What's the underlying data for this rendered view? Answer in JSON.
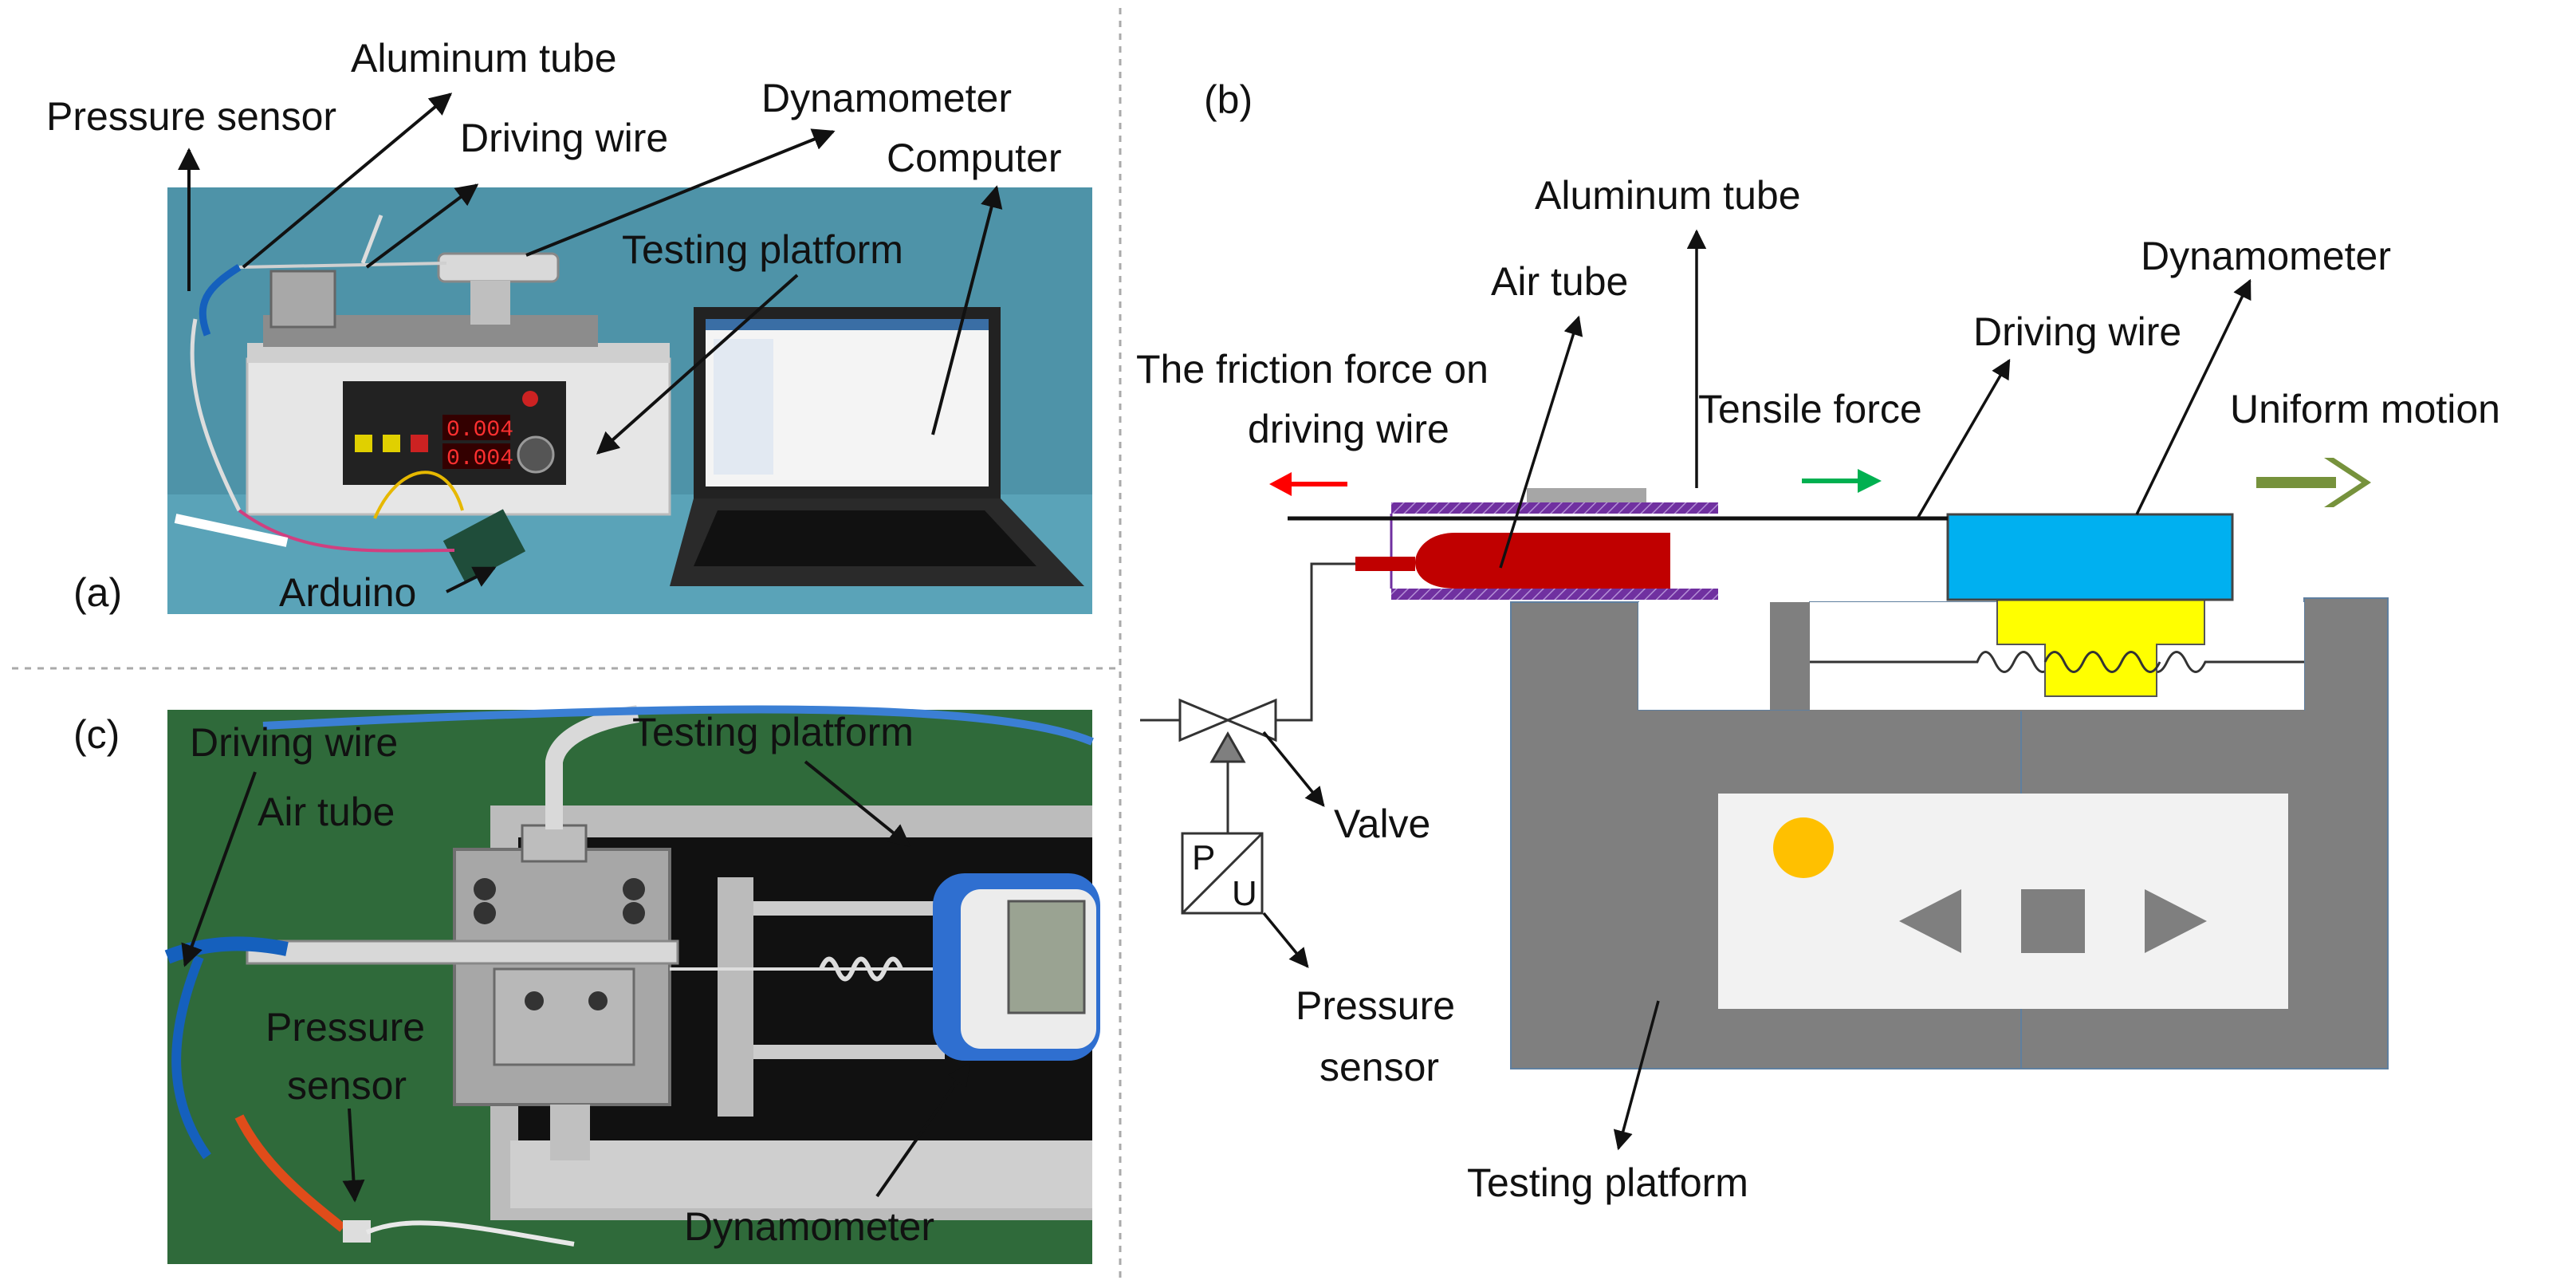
{
  "panels": {
    "a": "(a)",
    "b": "(b)",
    "c": "(c)"
  },
  "panel_a": {
    "pressure_sensor": "Pressure sensor",
    "aluminum_tube": "Aluminum tube",
    "driving_wire": "Driving wire",
    "dynamometer": "Dynamometer",
    "computer": "Computer",
    "testing_platform": "Testing platform",
    "arduino": "Arduino",
    "display_top": "0.004",
    "display_bottom": "0.004"
  },
  "panel_b": {
    "aluminum_tube": "Aluminum tube",
    "air_tube": "Air tube",
    "dynamometer": "Dynamometer",
    "driving_wire": "Driving wire",
    "friction_line1": "The friction force on",
    "friction_line2": "driving wire",
    "tensile_force": "Tensile force",
    "uniform_motion": "Uniform motion",
    "valve": "Valve",
    "pressure_line1": "Pressure",
    "pressure_line2": "sensor",
    "testing_platform": "Testing platform",
    "pu_p": "P",
    "pu_u": "U"
  },
  "panel_c": {
    "driving_wire": "Driving wire",
    "air_tube": "Air tube",
    "testing_platform": "Testing platform",
    "pressure_line1": "Pressure",
    "pressure_line2": "sensor",
    "dynamometer": "Dynamometer"
  },
  "colors": {
    "photo_bg_a": "#4e93a8",
    "photo_bg_c": "#2f6a3a",
    "platform_gray": "#7b7b7b",
    "air_tube_red": "#c00000",
    "dynamometer_blue": "#00b0f0",
    "yellow_block": "#ffff00",
    "indicator_orange": "#ffc000",
    "friction_arrow": "#ff0000",
    "tensile_arrow": "#00b050",
    "motion_arrow": "#76923c",
    "tube_purple": "#7030a0"
  }
}
